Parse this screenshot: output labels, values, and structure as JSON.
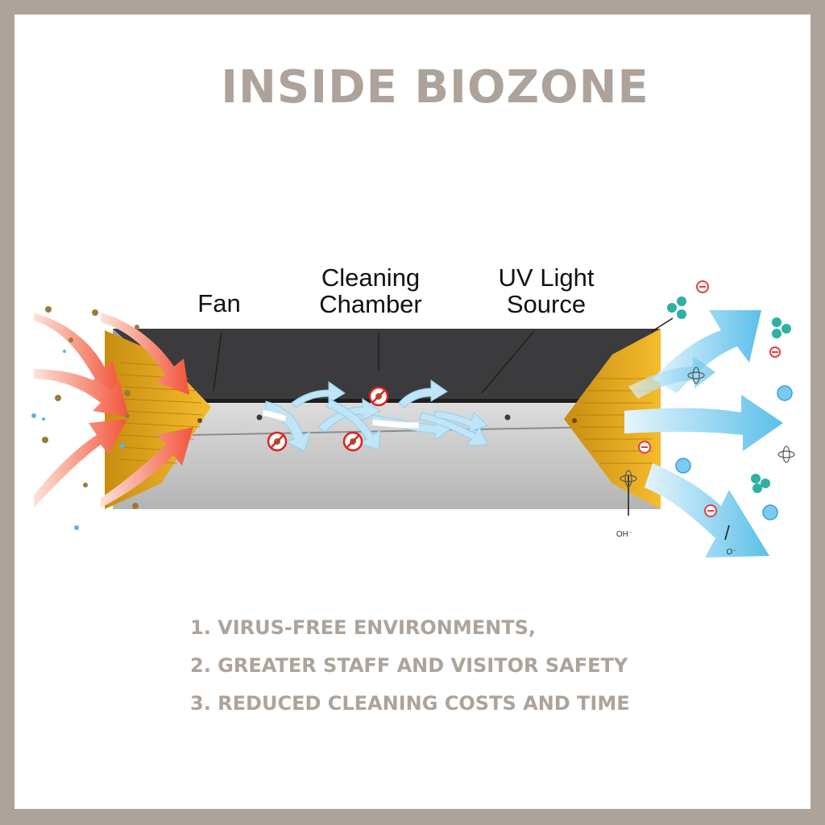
{
  "title": "INSIDE BIOZONE",
  "labels": {
    "fan": "Fan",
    "cleaning_chamber_1": "Cleaning",
    "cleaning_chamber_2": "Chamber",
    "uv_light_1": "UV Light",
    "uv_light_2": "Source",
    "oh": "OH⁻",
    "o": "O⁻"
  },
  "benefits": [
    "1. VIRUS-FREE ENVIRONMENTS,",
    "2. GREATER STAFF AND VISITOR SAFETY",
    "3. REDUCED CLEANING COSTS AND TIME"
  ],
  "colors": {
    "frame": "#ada39a",
    "intake_arrow": "#f26c4f",
    "outflow_arrow": "#6cc5ec",
    "filter": "#f2b31c",
    "housing_top": "#3c3c3e",
    "chamber": "#bdbdbd",
    "no_germ_sign": "#e02020"
  },
  "icons": [
    "germ-icon",
    "no-germ-icon",
    "smiley-icon",
    "ion-icon",
    "cluster-icon",
    "atom-icon"
  ]
}
